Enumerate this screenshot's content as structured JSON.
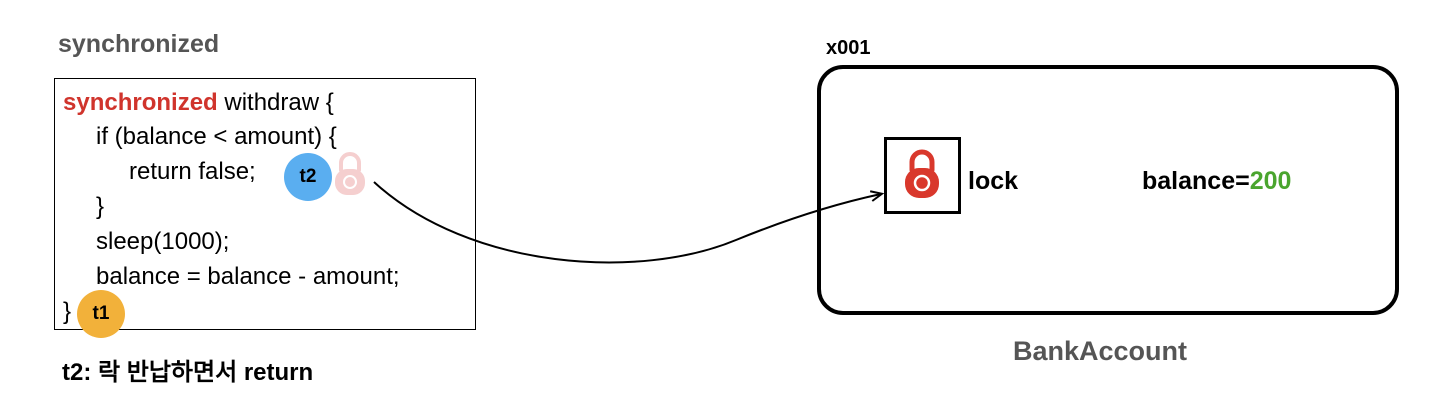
{
  "section_title": "synchronized",
  "code": {
    "line1_keyword": "synchronized",
    "line1_rest": " withdraw {",
    "line2": "if (balance < amount) {",
    "line3": "return false;",
    "line4": "}",
    "line5": "sleep(1000);",
    "line6": "balance = balance - amount;",
    "line7": "}"
  },
  "threads": {
    "t1": {
      "label": "t1",
      "color": "#f2b13a"
    },
    "t2": {
      "label": "t2",
      "color": "#5aaef0"
    }
  },
  "caption": "t2: 락 반납하면서 return",
  "account": {
    "address": "x001",
    "lock_label": "lock",
    "balance_label": "balance=",
    "balance_value": "200",
    "name": "BankAccount"
  },
  "icons": {
    "released_lock": "lock-icon",
    "held_lock": "lock-icon",
    "arrow": "arrow-icon"
  },
  "colors": {
    "keyword": "#d0342c",
    "lock_red": "#d9382c",
    "released_lock_pink": "#f5cfcf",
    "balance_green": "#4aa52e",
    "gray_text": "#555555"
  }
}
